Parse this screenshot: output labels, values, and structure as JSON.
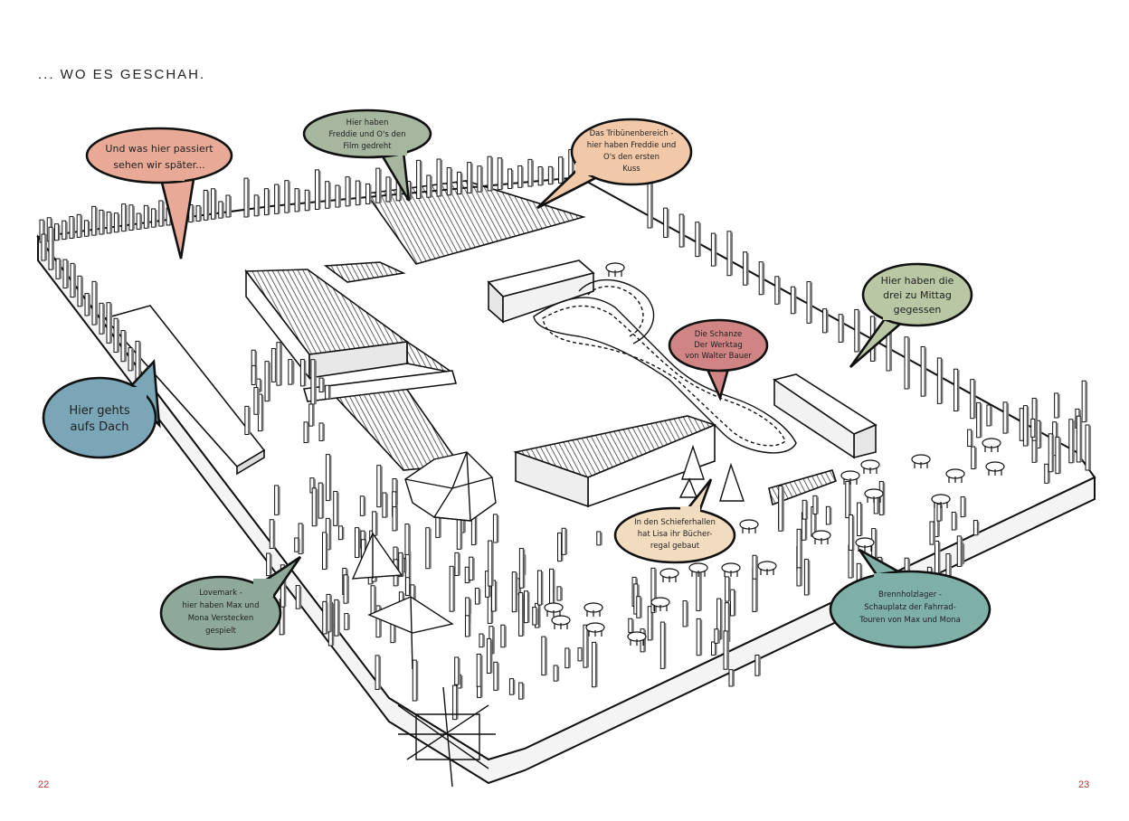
{
  "page": {
    "heading": "... WO ES GESCHAH.",
    "page_left": "22",
    "page_right": "23"
  },
  "bubbles": {
    "b1": {
      "lines": [
        "Und was hier passiert",
        "sehen wir später..."
      ],
      "color": "#e8aa96"
    },
    "b2": {
      "lines": [
        "Hier haben",
        "Freddie und O's den",
        "Film gedreht"
      ],
      "color": "#a6b69f"
    },
    "b3": {
      "lines": [
        "Das Tribünenbereich -",
        "hier haben Freddie und",
        "O's den ersten",
        "Kuss"
      ],
      "color": "#f2c9a8"
    },
    "b4": {
      "lines": [
        "Hier haben die",
        "drei zu Mittag",
        "gegessen"
      ],
      "color": "#b9c7a4"
    },
    "b5": {
      "lines": [
        "Hier gehts",
        "aufs Dach"
      ],
      "color": "#7aa6b8"
    },
    "b6": {
      "lines": [
        "Die Schanze",
        "Der Werktag",
        "von Walter Bauer"
      ],
      "color": "#d08484"
    },
    "b7": {
      "lines": [
        "In den Schieferhallen",
        "hat Lisa ihr Bücher-",
        "regal gebaut"
      ],
      "color": "#f2dcc0"
    },
    "b8": {
      "lines": [
        "Lovemark -",
        "hier haben Max und",
        "Mona Verstecken",
        "gespielt"
      ],
      "color": "#8ea99a"
    },
    "b9": {
      "lines": [
        "Brennholzlager -",
        "Schauplatz der Fahrrad-",
        "Touren von Max und Mona"
      ],
      "color": "#7eb0a8"
    }
  }
}
